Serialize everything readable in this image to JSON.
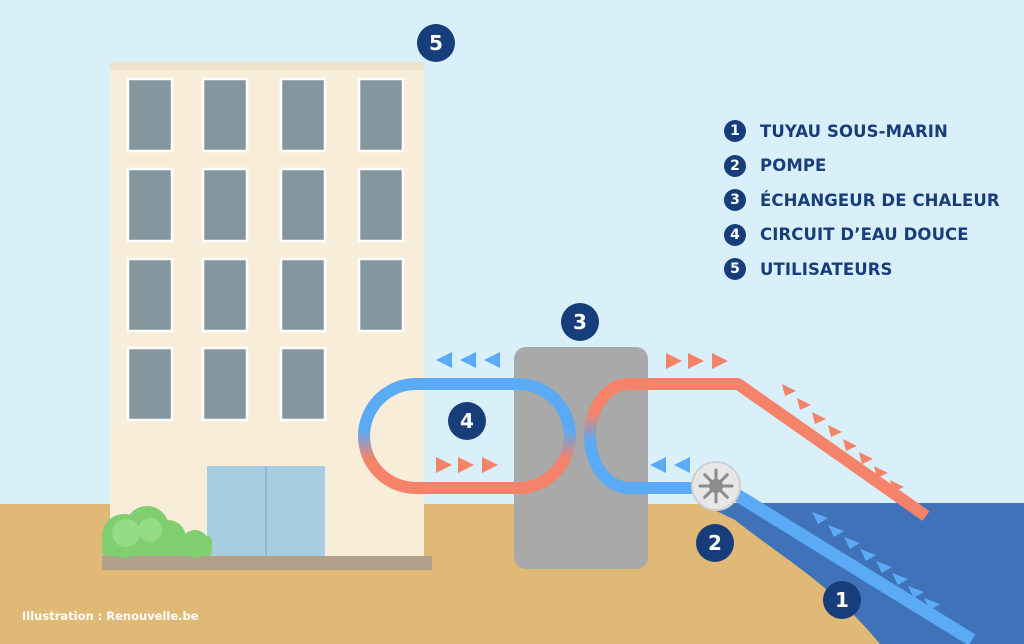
{
  "legend": [
    {
      "num": "1",
      "label": "TUYAU SOUS-MARIN"
    },
    {
      "num": "2",
      "label": "POMPE"
    },
    {
      "num": "3",
      "label": "ÉCHANGEUR DE CHALEUR"
    },
    {
      "num": "4",
      "label": "CIRCUIT D’EAU DOUCE"
    },
    {
      "num": "5",
      "label": "UTILISATEURS"
    }
  ],
  "markers": {
    "pipe": "1",
    "pump": "2",
    "exchanger": "3",
    "circuit": "4",
    "users": "5"
  },
  "credit": "Illustration : Renouvelle.be",
  "colors": {
    "sky": "#d9f0fb",
    "ground": "#e0b977",
    "sea": "#3f72b8",
    "building": "#f8edd8",
    "window": "#84969e",
    "door": "#a8cde0",
    "exchanger": "#a9a9a9",
    "cold_flow": "#5aaaf5",
    "warm_flow": "#f5836a",
    "marker": "#173d7a",
    "bush": "#7fce6f"
  }
}
